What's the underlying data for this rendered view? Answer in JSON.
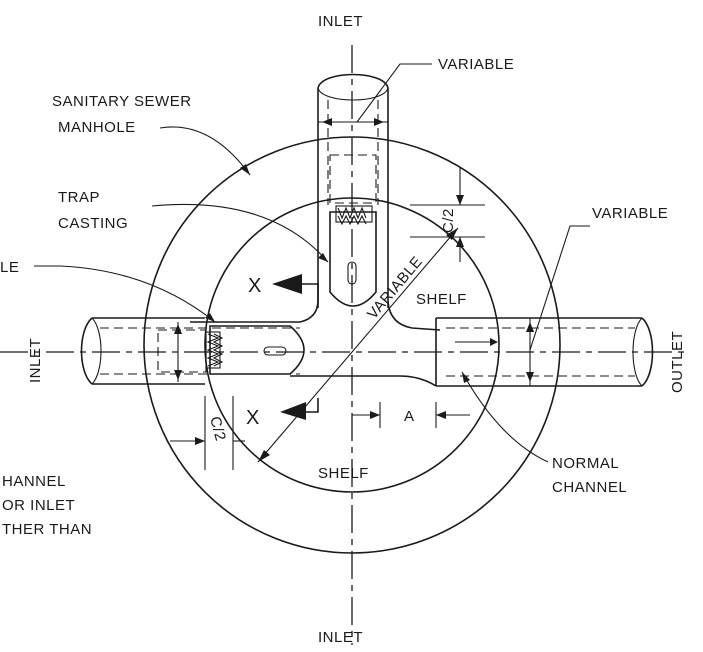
{
  "labels": {
    "inlet_top": "INLET",
    "variable_top": "VARIABLE",
    "manhole_line1": "SANITARY SEWER",
    "manhole_line2": "MANHOLE",
    "trap_line1": "TRAP",
    "trap_line2": "CASTING",
    "variable_right": "VARIABLE",
    "le_fragment": "LE",
    "variable_diag": "VARIABLE",
    "c2_top": "C/2",
    "shelf_top": "SHELF",
    "inlet_left": "INLET",
    "outlet_right": "OUTLET",
    "x_upper": "X",
    "x_lower": "X",
    "dim_a": "A",
    "c2_bottom": "C/2",
    "shelf_bottom": "SHELF",
    "normal_line1": "NORMAL",
    "normal_line2": "CHANNEL",
    "note_line1": "HANNEL",
    "note_line2": "OR  INLET",
    "note_line3": "THER  THAN",
    "inlet_bottom": "INLET"
  }
}
